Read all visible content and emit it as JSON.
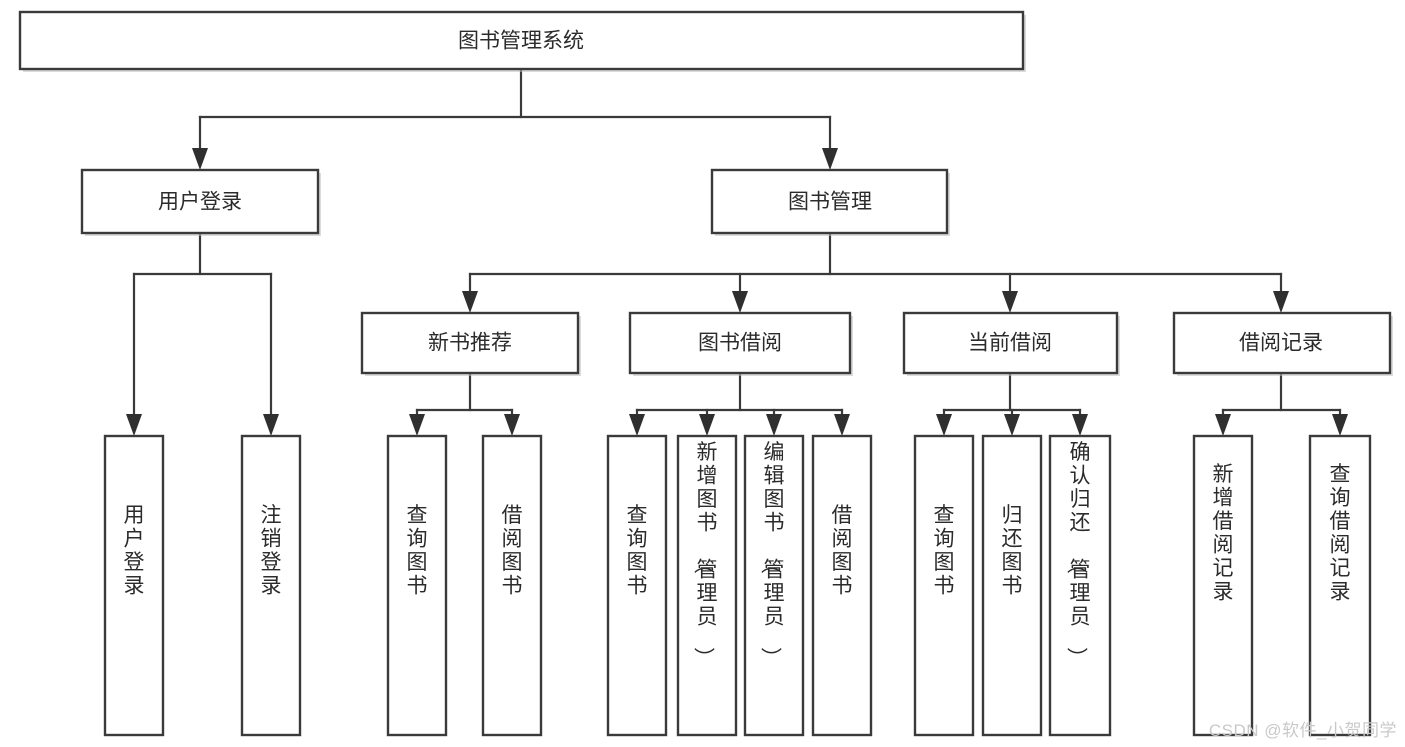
{
  "diagram": {
    "title": "图书管理系统",
    "type": "tree-hierarchy",
    "watermark": "CSDN @软件_小贺同学",
    "root": {
      "id": "root",
      "label": "图书管理系统"
    },
    "level2": [
      {
        "id": "user-login",
        "label": "用户登录"
      },
      {
        "id": "book-manage",
        "label": "图书管理"
      }
    ],
    "level3": [
      {
        "id": "new-book-recommend",
        "label": "新书推荐",
        "parent": "book-manage"
      },
      {
        "id": "book-borrow",
        "label": "图书借阅",
        "parent": "book-manage"
      },
      {
        "id": "current-borrow",
        "label": "当前借阅",
        "parent": "book-manage"
      },
      {
        "id": "borrow-record",
        "label": "借阅记录",
        "parent": "book-manage"
      }
    ],
    "leaves": [
      {
        "id": "leaf-user-login",
        "label": "用户登录",
        "parent": "user-login"
      },
      {
        "id": "leaf-user-logout",
        "label": "注销登录",
        "parent": "user-login"
      },
      {
        "id": "leaf-query-book-1",
        "label": "查询图书",
        "parent": "new-book-recommend"
      },
      {
        "id": "leaf-borrow-book-1",
        "label": "借阅图书",
        "parent": "new-book-recommend"
      },
      {
        "id": "leaf-query-book-2",
        "label": "查询图书",
        "parent": "book-borrow"
      },
      {
        "id": "leaf-add-book",
        "label": "新增图书（管理员）",
        "parent": "book-borrow"
      },
      {
        "id": "leaf-edit-book",
        "label": "编辑图书（管理员）",
        "parent": "book-borrow"
      },
      {
        "id": "leaf-borrow-book-2",
        "label": "借阅图书",
        "parent": "book-borrow"
      },
      {
        "id": "leaf-query-book-3",
        "label": "查询图书",
        "parent": "current-borrow"
      },
      {
        "id": "leaf-return-book",
        "label": "归还图书",
        "parent": "current-borrow"
      },
      {
        "id": "leaf-confirm-return",
        "label": "确认归还（管理员）",
        "parent": "current-borrow"
      },
      {
        "id": "leaf-add-record",
        "label": "新增借阅记录",
        "parent": "borrow-record"
      },
      {
        "id": "leaf-query-record",
        "label": "查询借阅记录",
        "parent": "borrow-record"
      }
    ],
    "colors": {
      "box_stroke": "#3a3a3a",
      "box_fill": "#ffffff",
      "connector": "#3a3a3a",
      "text": "#2b2b2b",
      "watermark": "#c9c9c9",
      "background": "#ffffff"
    }
  }
}
